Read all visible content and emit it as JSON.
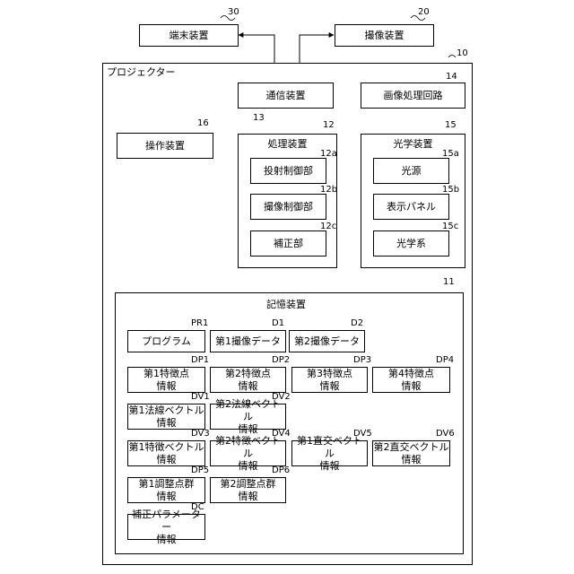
{
  "external": {
    "terminal": {
      "label": "端末装置",
      "ref": "30"
    },
    "camera": {
      "label": "撮像装置",
      "ref": "20"
    }
  },
  "projector": {
    "title": "プロジェクター",
    "ref": "10",
    "comm": {
      "label": "通信装置",
      "ref": "13"
    },
    "image_proc": {
      "label": "画像処理回路",
      "ref": "14"
    },
    "operation": {
      "label": "操作装置",
      "ref": "16"
    },
    "processing": {
      "label": "処理装置",
      "ref": "12",
      "units": [
        {
          "label": "投射制御部",
          "ref": "12a"
        },
        {
          "label": "撮像制御部",
          "ref": "12b"
        },
        {
          "label": "補正部",
          "ref": "12c"
        }
      ]
    },
    "optical": {
      "label": "光学装置",
      "ref": "15",
      "units": [
        {
          "label": "光源",
          "ref": "15a"
        },
        {
          "label": "表示パネル",
          "ref": "15b"
        },
        {
          "label": "光学系",
          "ref": "15c"
        }
      ]
    },
    "storage": {
      "label": "記憶装置",
      "ref": "11",
      "items": [
        {
          "line1": "プログラム",
          "line2": "",
          "ref": "PR1"
        },
        {
          "line1": "第1撮像データ",
          "line2": "",
          "ref": "D1"
        },
        {
          "line1": "第2撮像データ",
          "line2": "",
          "ref": "D2"
        },
        {
          "line1": "第1特徴点",
          "line2": "情報",
          "ref": "DP1"
        },
        {
          "line1": "第2特徴点",
          "line2": "情報",
          "ref": "DP2"
        },
        {
          "line1": "第3特徴点",
          "line2": "情報",
          "ref": "DP3"
        },
        {
          "line1": "第4特徴点",
          "line2": "情報",
          "ref": "DP4"
        },
        {
          "line1": "第1法線ベクトル",
          "line2": "情報",
          "ref": "DV1"
        },
        {
          "line1": "第2法線ベクトル",
          "line2": "情報",
          "ref": "DV2"
        },
        {
          "line1": "第1特徴ベクトル",
          "line2": "情報",
          "ref": "DV3"
        },
        {
          "line1": "第2特徴ベクトル",
          "line2": "情報",
          "ref": "DV4"
        },
        {
          "line1": "第1直交ベクトル",
          "line2": "情報",
          "ref": "DV5"
        },
        {
          "line1": "第2直交ベクトル",
          "line2": "情報",
          "ref": "DV6"
        },
        {
          "line1": "第1調整点群",
          "line2": "情報",
          "ref": "DP5"
        },
        {
          "line1": "第2調整点群",
          "line2": "情報",
          "ref": "DP6"
        },
        {
          "line1": "補正パラメーター",
          "line2": "情報",
          "ref": "DC"
        }
      ]
    }
  }
}
